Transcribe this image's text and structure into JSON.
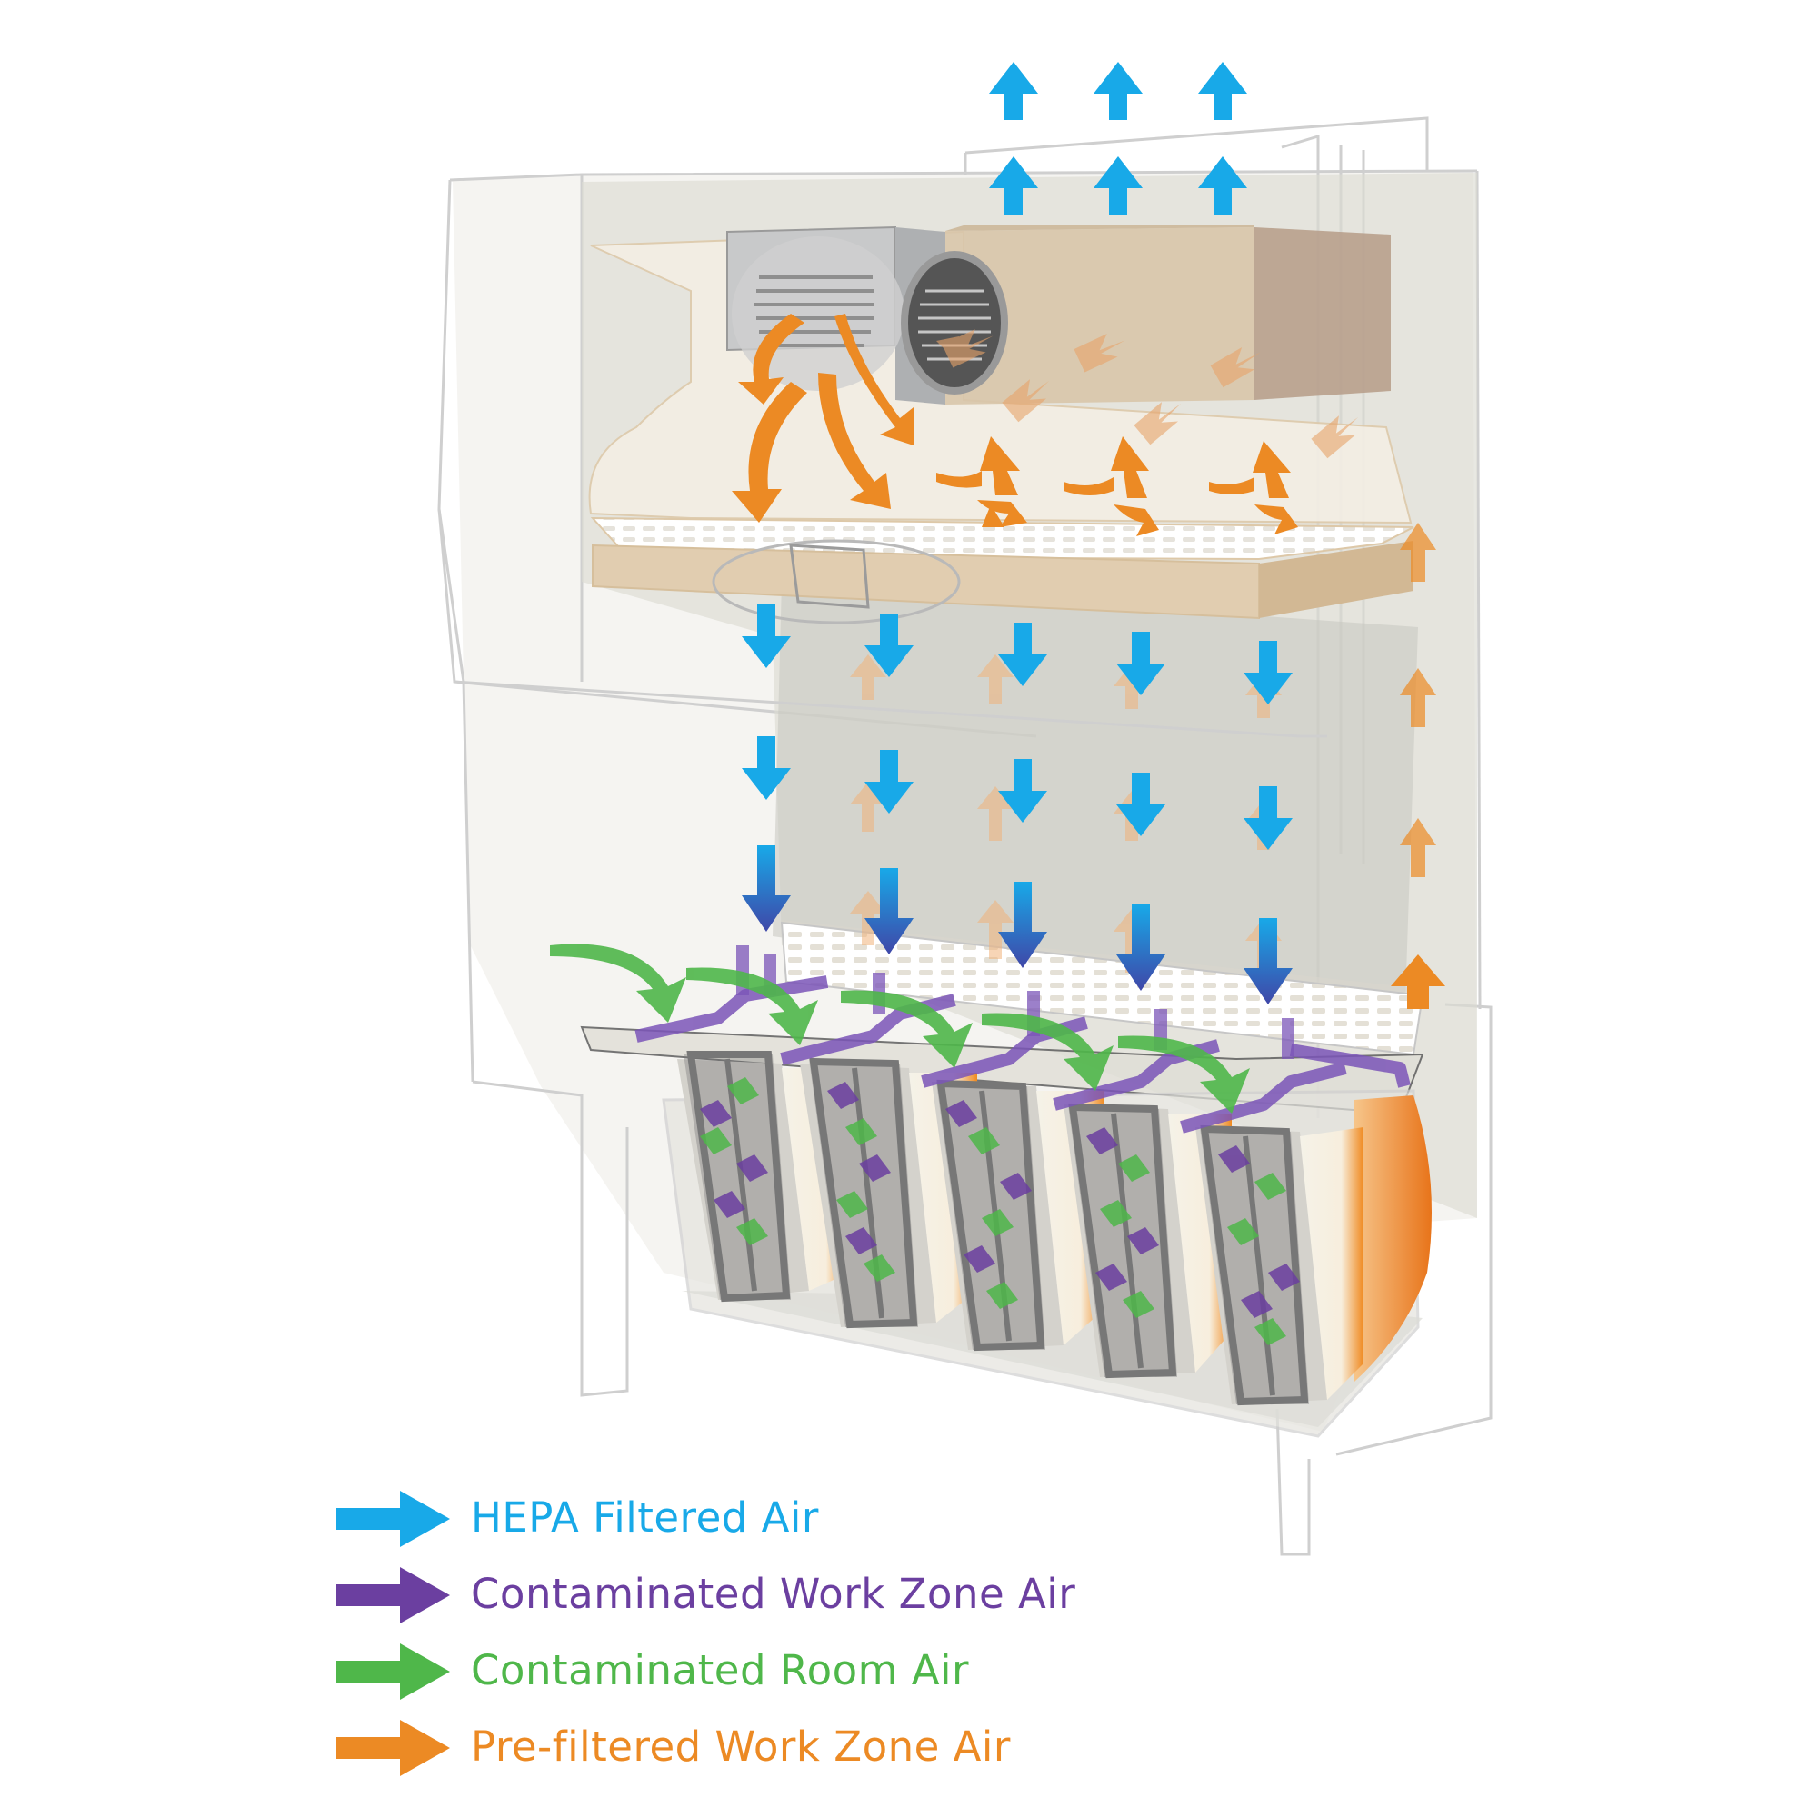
{
  "colors": {
    "hepa": "#18a9e8",
    "hepa_dark": "#2a5fb8",
    "contaminated_work_zone": "#6b3fa0",
    "contaminated_room": "#4fb74a",
    "prefiltered": "#ec8a24",
    "cabinet_line": "#c9c9c9",
    "cabinet_fill": "#e9e6de",
    "plenum": "#ddc8a8"
  },
  "icons": {
    "hepa": "arrow-right-icon",
    "work_zone": "arrow-right-icon",
    "room": "arrow-right-icon",
    "prefiltered": "arrow-right-icon"
  },
  "legend": [
    {
      "label": "HEPA Filtered Air",
      "color": "#18a9e8"
    },
    {
      "label": "Contaminated Work Zone Air",
      "color": "#6b3fa0"
    },
    {
      "label": "Contaminated Room Air",
      "color": "#4fb74a"
    },
    {
      "label": "Pre-filtered Work Zone Air",
      "color": "#ec8a24"
    }
  ]
}
